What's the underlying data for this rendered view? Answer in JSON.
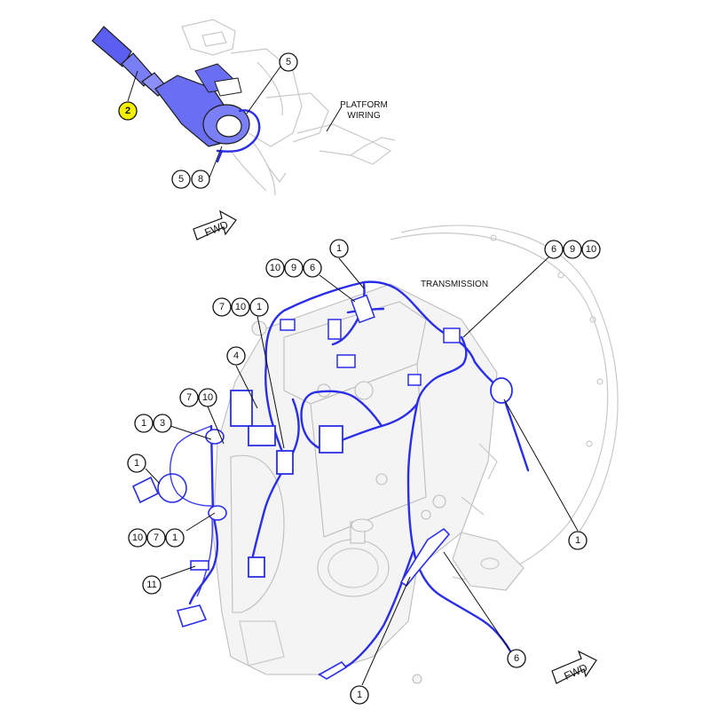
{
  "callouts": {
    "c2": "2",
    "c5a": "5",
    "c5b": "5",
    "c8": "8",
    "c1_top": "1",
    "c10_a": "10",
    "c9_a": "9",
    "c6_a": "6",
    "c6_b": "6",
    "c9_b": "9",
    "c10_b": "10",
    "c7_a": "7",
    "c10_c": "10",
    "c1_b": "1",
    "c4": "4",
    "c7_b": "7",
    "c10_d": "10",
    "c1_c": "1",
    "c3": "3",
    "c1_d": "1",
    "c10_e": "10",
    "c7_c": "7",
    "c1_e": "1",
    "c11": "11",
    "c1_right": "1",
    "c6_bottom": "6",
    "c1_bottom": "1"
  },
  "labels": {
    "platform_wiring_1": "PLATFORM",
    "platform_wiring_2": "WIRING",
    "transmission": "TRANSMISSION",
    "fwd_top": "FWD",
    "fwd_bottom": "FWD"
  },
  "colors": {
    "wire": "#2a2ee8",
    "highlight": "#f5f000",
    "ghost": "#c9c9c9"
  }
}
